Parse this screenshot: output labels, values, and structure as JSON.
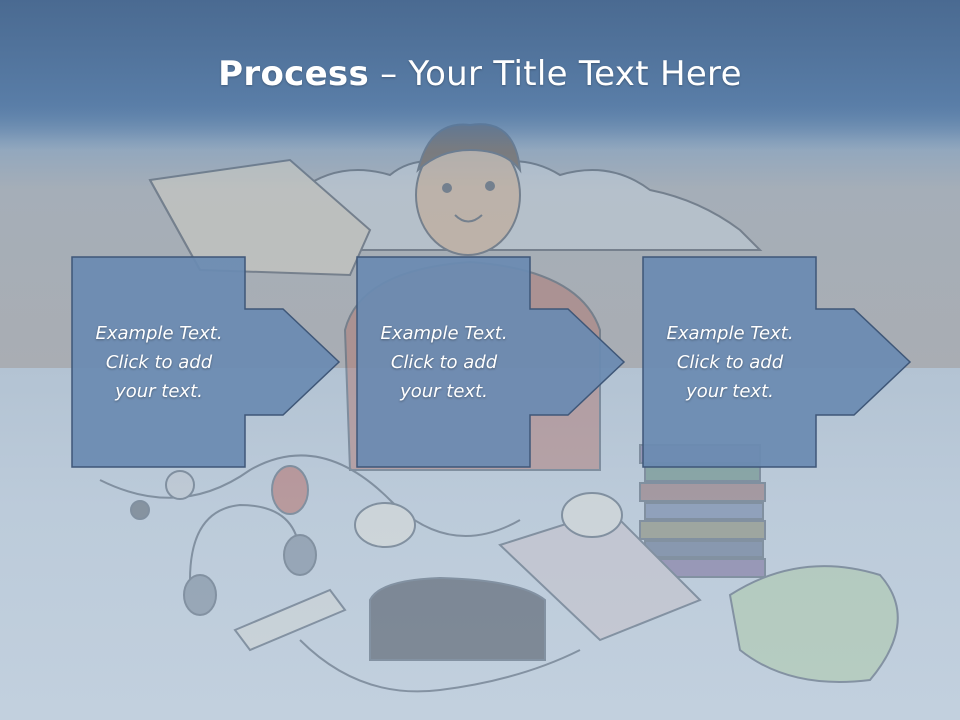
{
  "title": {
    "bold": "Process",
    "rest": " – Your Title Text Here"
  },
  "steps": [
    {
      "text": "Example Text.\nClick  to add\nyour text."
    },
    {
      "text": "Example Text.\nClick  to add\nyour text."
    },
    {
      "text": "Example Text.\nClick  to add\nyour text."
    }
  ],
  "colors": {
    "header": "#577ba3",
    "arrow_fill": "#6a8bb1",
    "arrow_stroke": "#3f5778",
    "text": "#ffffff"
  }
}
